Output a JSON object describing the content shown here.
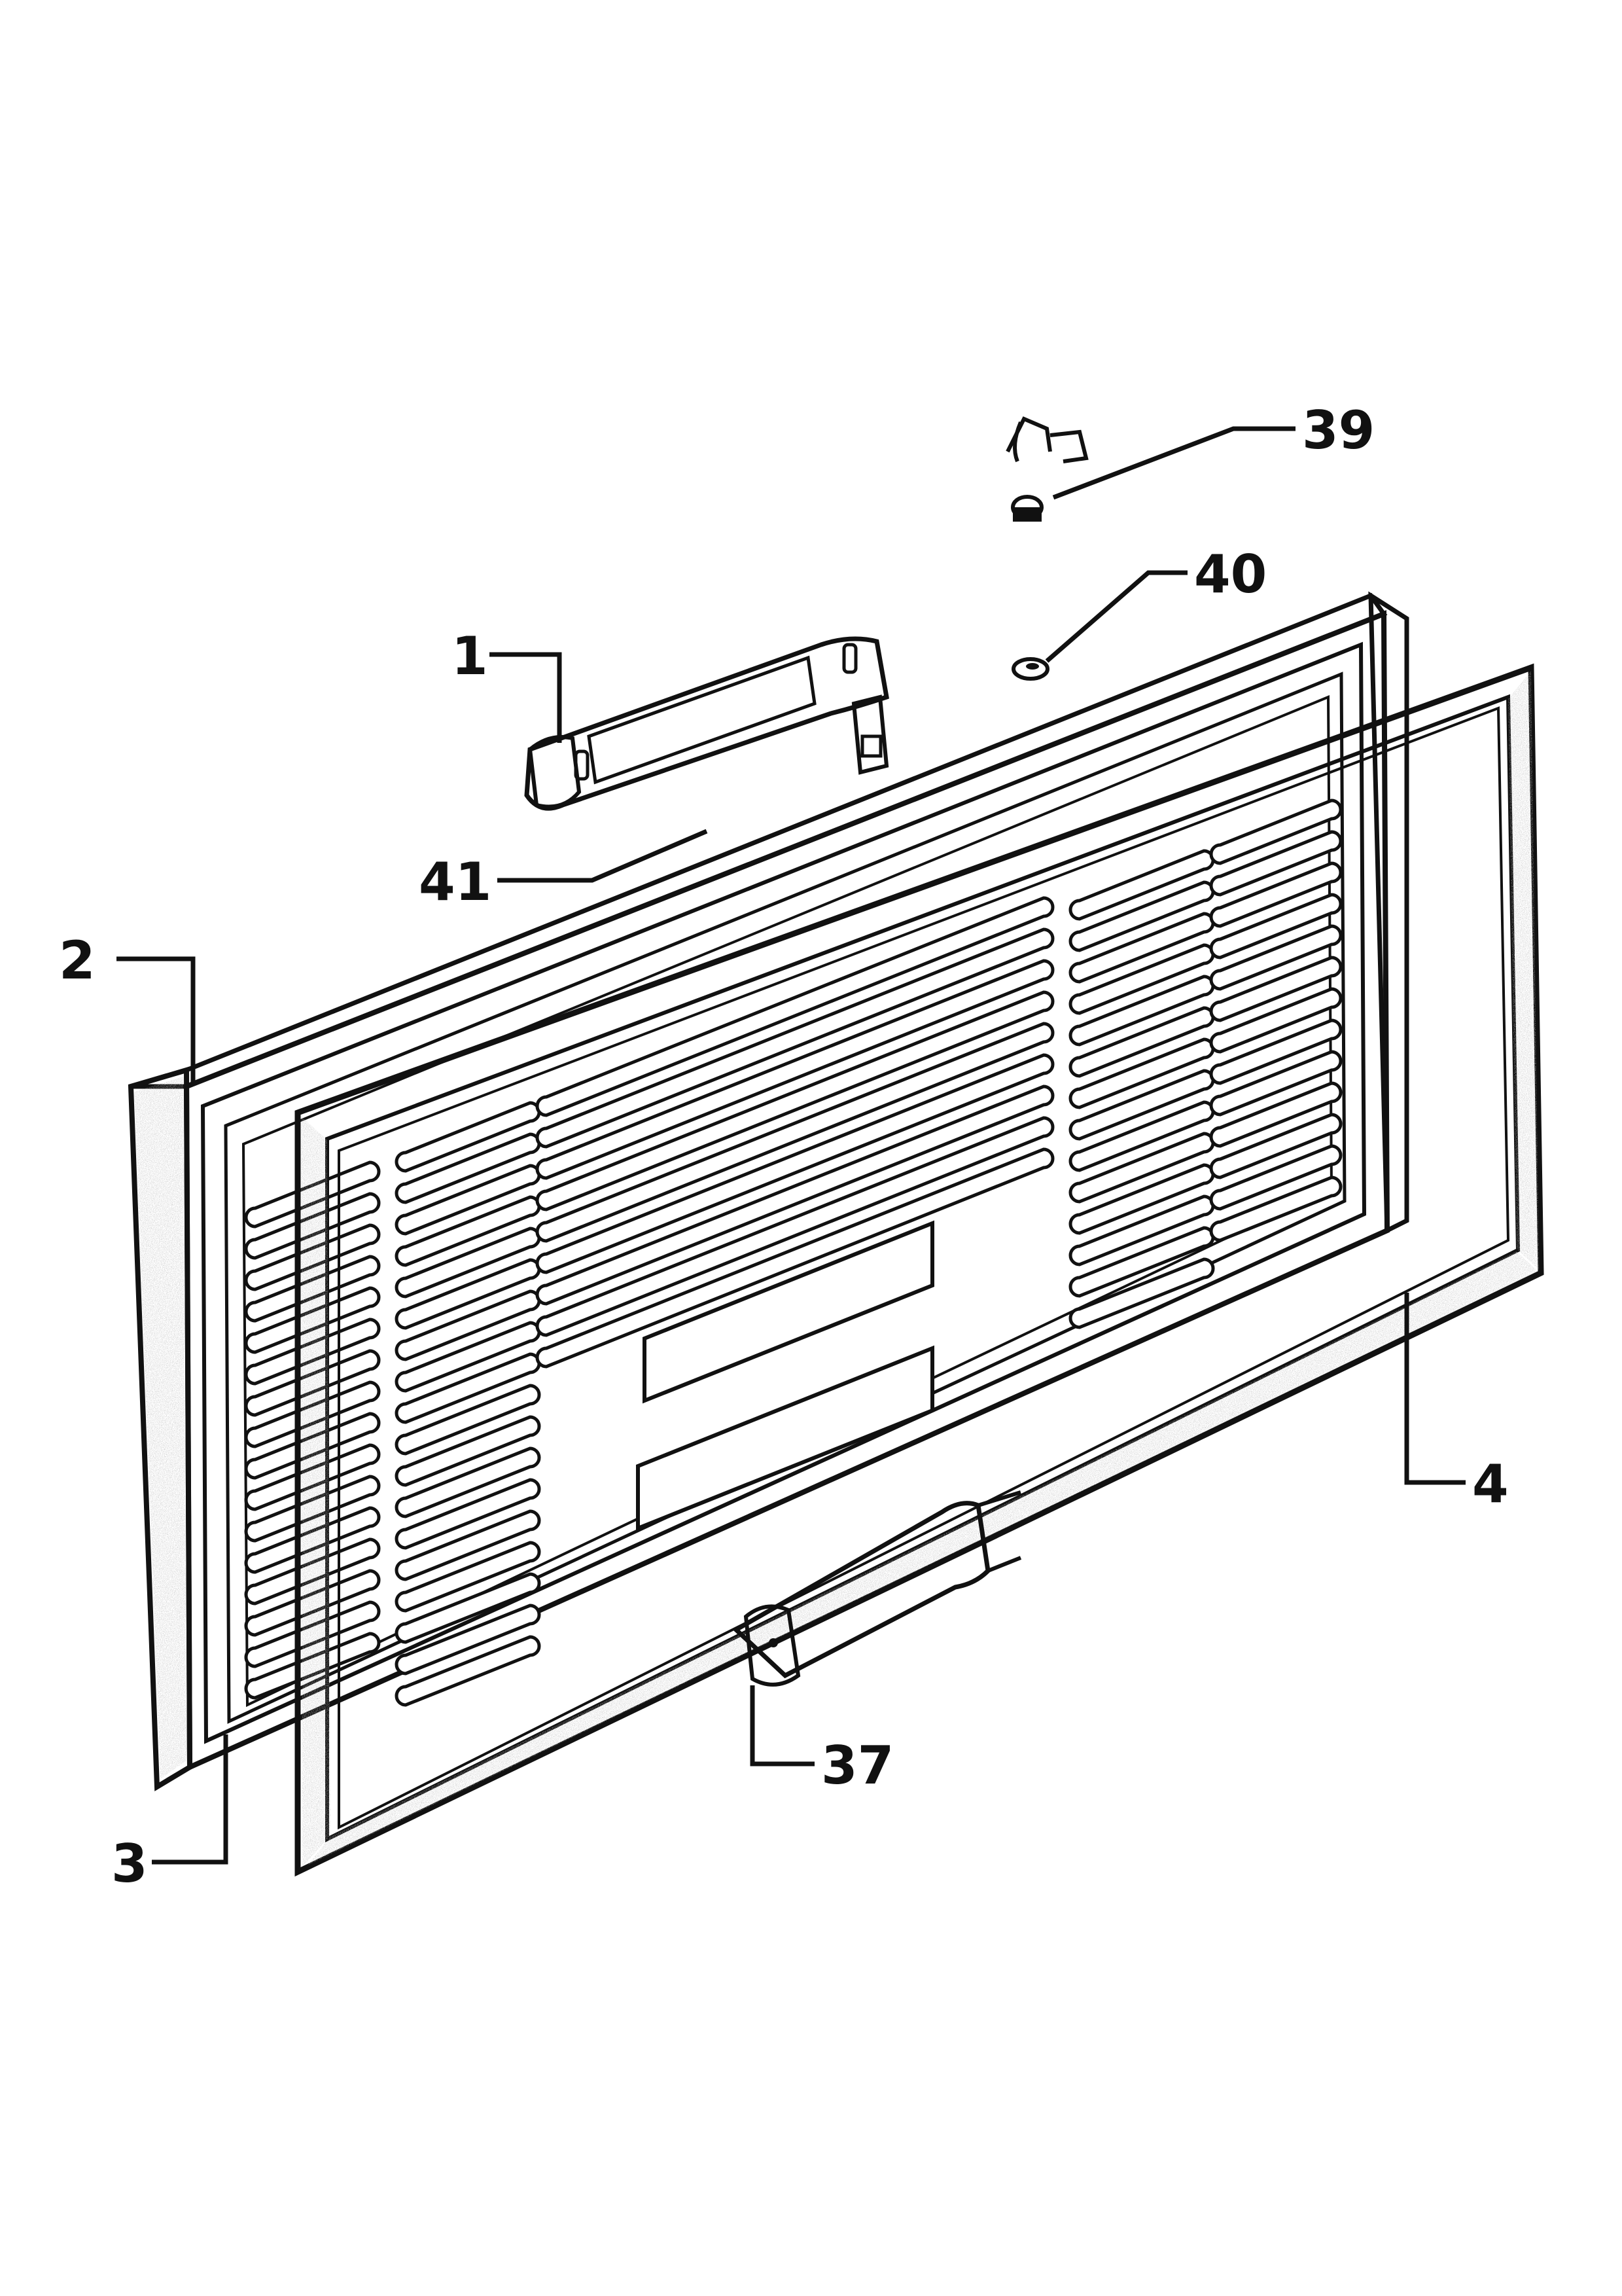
{
  "colors": {
    "ink": "#111111",
    "paper": "#ffffff",
    "speckle": "#7a7a7a"
  },
  "callouts": {
    "part_1": "1",
    "part_2": "2",
    "part_3": "3",
    "part_4": "4",
    "part_37": "37",
    "part_39": "39",
    "part_40": "40",
    "part_41": "41"
  }
}
